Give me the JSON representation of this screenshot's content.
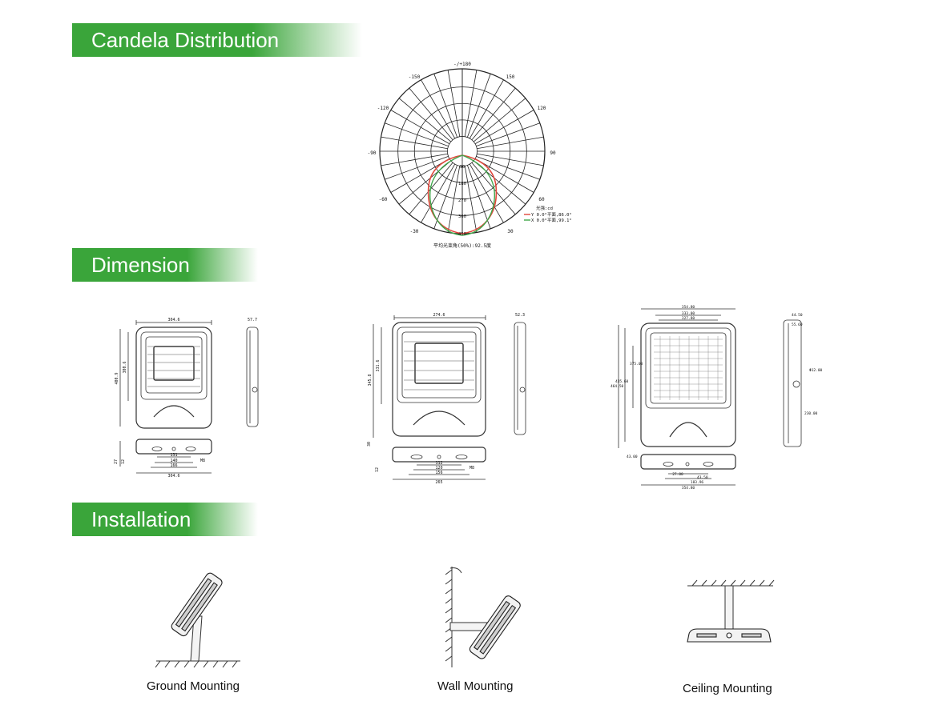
{
  "sections": {
    "candela": "Candela Distribution",
    "dimension": "Dimension",
    "installation": "Installation"
  },
  "polar": {
    "angle_labels": {
      "top": "-/+180",
      "n150": "-150",
      "p150": "150",
      "n120": "-120",
      "p120": "120",
      "n90": "-90",
      "p90": "90",
      "n60": "-60",
      "p60": "60",
      "n30": "-30",
      "p30": "30"
    },
    "radial_labels": [
      "90",
      "180",
      "270",
      "360",
      "450"
    ],
    "legend": {
      "unit": "光强:cd",
      "y_line": "Y 0.0°平面,86.0°",
      "x_line": "X 0.0°平面,99.1°"
    },
    "footer": "平均光束角(50%):92.5度",
    "colors": {
      "y": "#e0483c",
      "x": "#3fa64a"
    }
  },
  "dimensions": {
    "d1": {
      "width": "304.6",
      "depth": "57.7",
      "h_outer": "400.9",
      "h_inner": "300.6",
      "b1": "131",
      "b2": "140",
      "b3": "166",
      "b4": "304.6",
      "s1": "27",
      "s2": "12",
      "hole": "M8"
    },
    "d2": {
      "width": "274.6",
      "depth": "52.3",
      "h_outer": "345.8",
      "h_inner": "331.6",
      "b1": "112",
      "b2": "120",
      "b3": "156",
      "b4": "265",
      "s1": "30",
      "s2": "12",
      "hole": "M8"
    },
    "d3": {
      "w_outer": "354.80",
      "w_mid": "333.00",
      "w_inner": "327.80",
      "d1": "44.50",
      "d2": "55.60",
      "h_sub": "375.00",
      "h_a": "435.60",
      "h_b": "464.50",
      "hole": "Φ12.00",
      "side_h": "230.00",
      "b_left": "43.00",
      "b1": "27.00",
      "b2": "43.50",
      "b3": "183.96",
      "b4": "354.80"
    }
  },
  "installation": {
    "ground": "Ground Mounting",
    "wall": "Wall Mounting",
    "ceiling": "Ceiling Mounting"
  }
}
